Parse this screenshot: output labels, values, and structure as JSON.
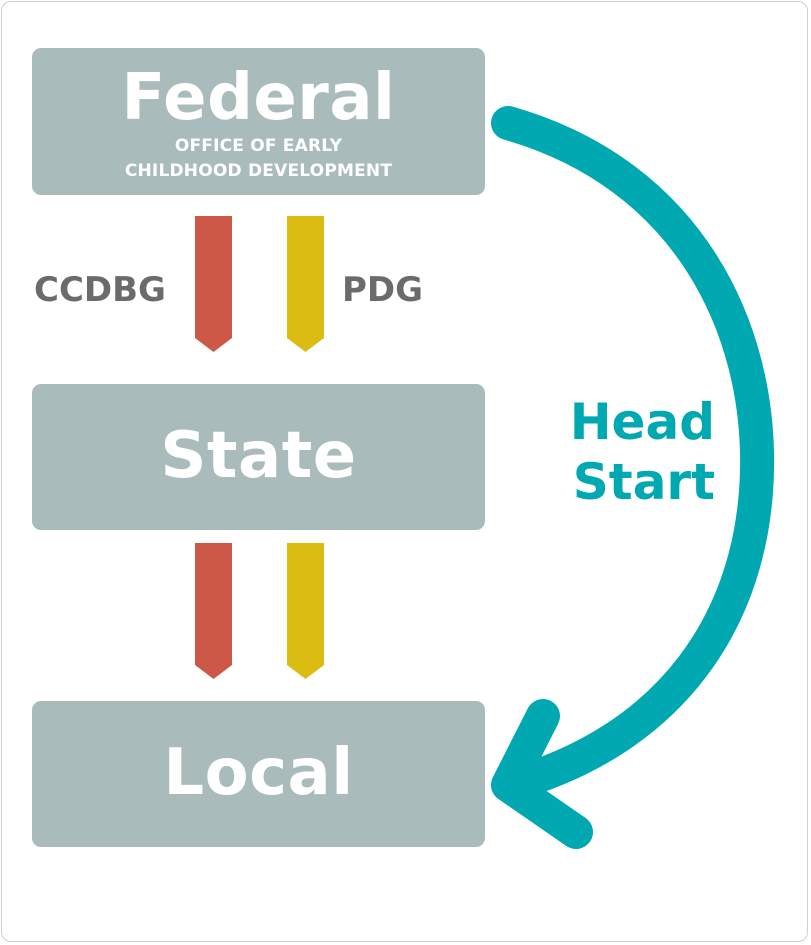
{
  "levels": {
    "federal": {
      "label": "Federal",
      "sublabel_line1": "OFFICE OF EARLY",
      "sublabel_line2": "CHILDHOOD DEVELOPMENT"
    },
    "state": {
      "label": "State"
    },
    "local": {
      "label": "Local"
    }
  },
  "streams": {
    "ccdbg": {
      "label": "CCDBG",
      "color": "#cd5847"
    },
    "pdg": {
      "label": "PDG",
      "color": "#dbbc13"
    }
  },
  "direct": {
    "line1": "Head",
    "line2": "Start",
    "color": "#00a8b1"
  },
  "colors": {
    "box": "#a9bcbb",
    "label_gray": "#6b6b6b"
  }
}
